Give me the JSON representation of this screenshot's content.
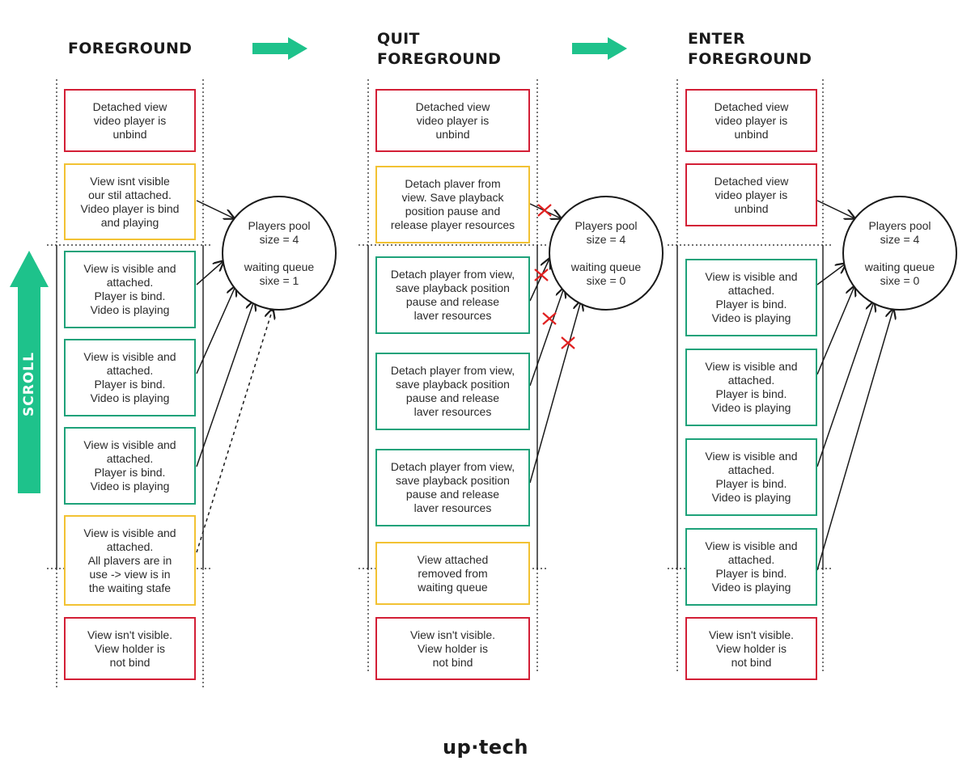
{
  "columns": {
    "foreground": {
      "title": "FOREGROUND",
      "boxes": [
        "Detached view\nvideo player is\nunbind",
        "View isnt visible\nour stil attached.\nVideo player is bind\nand playing",
        "View is visible and\nattached.\nPlayer is bind.\nVideo is playing",
        "View is visible and\nattached.\nPlayer is bind.\nVideo is playing",
        "View is visible and\nattached.\nPlayer is bind.\nVideo is playing",
        "View is visible and\nattached.\nAll plavers are in\nuse -> view is in\nthe waiting stafe",
        "View isn't visible.\nView holder is\nnot bind"
      ],
      "pool": "Players pool\nsize = 4\n\nwaiting queue\nsixe = 1"
    },
    "quit": {
      "title": "QUIT\nFOREGROUND",
      "boxes": [
        "Detached view\nvideo player is\nunbind",
        "Detach plaver from\nview. Save playback\nposition pause and\nrelease player resources",
        "Detach player from view,\nsave playback position\npause and release\nlaver resources",
        "Detach player from view,\nsave playback position\npause and release\nlaver resources",
        "Detach player from view,\nsave playback position\npause and release\nlaver resources",
        "View attached\nremoved from\nwaiting queue",
        "View isn't visible.\nView holder is\nnot bind"
      ],
      "pool": "Players pool\nsize = 4\n\nwaiting queue\nsixe = 0"
    },
    "enter": {
      "title": "ENTER\nFOREGROUND",
      "boxes": [
        "Detached view\nvideo player is\nunbind",
        "Detached view\nvideo player is\nunbind",
        "View is visible and\nattached.\nPlayer is bind.\nVideo is playing",
        "View is visible and\nattached.\nPlayer is bind.\nVideo is playing",
        "View is visible and\nattached.\nPlayer is bind.\nVideo is playing",
        "View is visible and\nattached.\nPlayer is bind.\nVideo is playing",
        "View isn't visible.\nView holder is\nnot bind"
      ],
      "pool": "Players pool\nsize = 4\n\nwaiting queue\nsixe = 0"
    }
  },
  "scroll_label": "SCROLL",
  "logo": "up·tech",
  "colors": {
    "red": "#d31f36",
    "yellow": "#f2c233",
    "green": "#1ea27a",
    "accent_arrow": "#1ec28b",
    "cross": "#e02020"
  }
}
